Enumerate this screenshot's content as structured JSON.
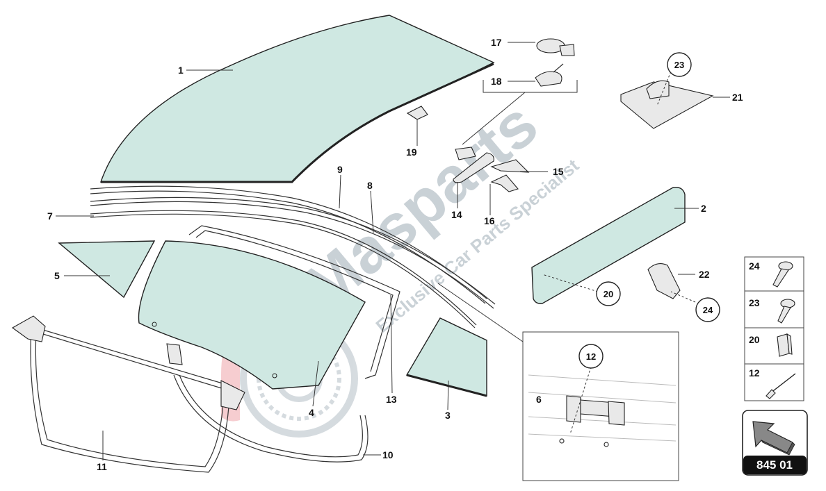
{
  "labels": {
    "l1": "1",
    "l2": "2",
    "l3": "3",
    "l4": "4",
    "l5": "5",
    "l6": "6",
    "l7": "7",
    "l8": "8",
    "l9": "9",
    "l10": "10",
    "l11": "11",
    "l12": "12",
    "l13": "13",
    "l14": "14",
    "l15": "15",
    "l16": "16",
    "l17": "17",
    "l18": "18",
    "l19": "19",
    "l20": "20",
    "l21": "21",
    "l22": "22",
    "l23": "23",
    "l24": "24"
  },
  "legend": {
    "items": [
      {
        "num": "24",
        "icon": "bolt-icon"
      },
      {
        "num": "23",
        "icon": "screw-icon"
      },
      {
        "num": "20",
        "icon": "block-icon"
      },
      {
        "num": "12",
        "icon": "rivet-icon"
      }
    ]
  },
  "code_box": {
    "code": "845 01",
    "icon": "arrow-icon"
  },
  "watermark": {
    "brand": "Masparts",
    "tagline": "Exclusive Car Parts Specialist"
  },
  "colors": {
    "glass": "#cfe8e2",
    "watermark": "#8a9aa6",
    "accent_red": "#e0505a"
  }
}
